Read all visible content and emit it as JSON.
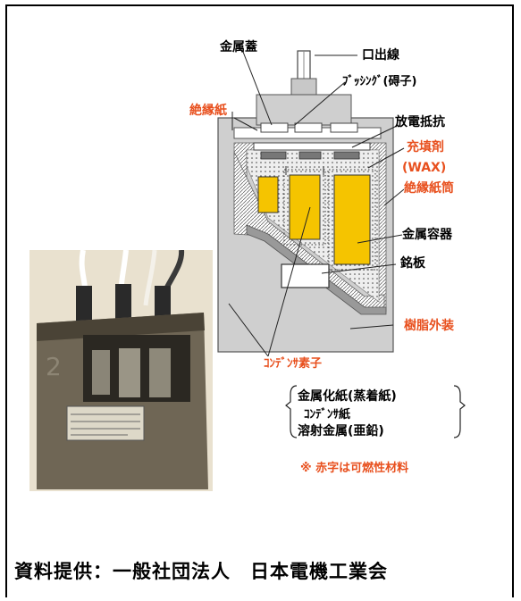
{
  "labels": {
    "lid": "金属蓋",
    "lead_wire": "口出線",
    "bushing": "ﾌﾞｯｼﾝｸﾞ(碍子)",
    "insulating_paper": "絶縁紙",
    "discharge_resistor": "放電抵抗",
    "filler": "充填剤",
    "filler_sub": "(WAX)",
    "insulating_tube": "絶縁紙筒",
    "metal_case": "金属容器",
    "nameplate": "銘板",
    "resin_exterior": "樹脂外装",
    "capacitor_element": "ｺﾝﾃﾞﾝｻ素子"
  },
  "materials": [
    "金属化紙(蒸着紙)",
    "ｺﾝﾃﾞﾝｻ紙",
    "溶射金属(亜鉛)"
  ],
  "note": "※ 赤字は可燃性材料",
  "credit": "資料提供：一般社団法人　日本電機工業会",
  "colors": {
    "red_text": "#e8501e",
    "element_fill": "#f5c400",
    "case_fill": "#c8c8c8",
    "wax_fill": "#e6e6e6"
  }
}
